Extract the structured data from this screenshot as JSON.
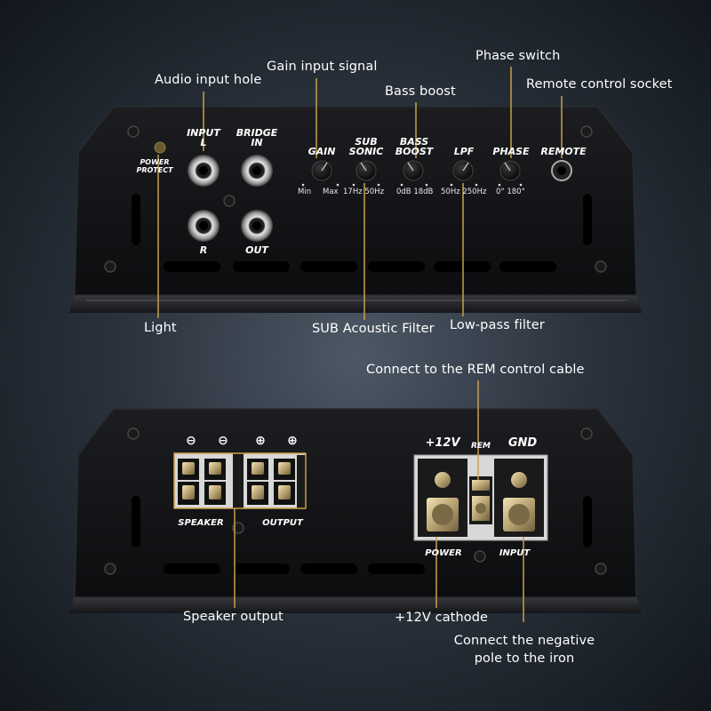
{
  "colors": {
    "callout_line": "#c9a04b",
    "panel": "#111214",
    "background": "#2b333d"
  },
  "callouts": {
    "audio_input_hole": "Audio input hole",
    "gain_input_signal": "Gain input signal",
    "bass_boost": "Bass boost",
    "phase_switch": "Phase switch",
    "remote_control_socket": "Remote control socket",
    "light": "Light",
    "sub_acoustic_filter": "SUB Acoustic Filter",
    "low_pass_filter": "Low-pass filter",
    "connect_rem_cable": "Connect to the REM control cable",
    "speaker_output": "Speaker output",
    "plus12v_cathode": "+12V cathode",
    "connect_negative_line1": "Connect the negative",
    "connect_negative_line2": "pole to the iron"
  },
  "front_panel": {
    "power_protect_line1": "POWER",
    "power_protect_line2": "PROTECT",
    "input_line1": "INPUT",
    "input_line2": "L",
    "bridge_line1": "BRIDGE",
    "bridge_line2": "IN",
    "r_label": "R",
    "out_label": "OUT",
    "gain": "GAIN",
    "sub_line1": "SUB",
    "sub_line2": "SONIC",
    "bass_line1": "BASS",
    "bass_line2": "BOOST",
    "lpf": "LPF",
    "phase": "PHASE",
    "remote": "REMOTE",
    "gain_min": "Min",
    "gain_max": "Max",
    "sub_scale": "17Hz 50Hz",
    "bass_scale": "0dB 18dB",
    "lpf_scale": "50Hz 250Hz",
    "phase_scale": "0° 180°"
  },
  "rear_panel": {
    "minus_sign": "⊖",
    "plus_sign": "⊕",
    "speaker": "SPEAKER",
    "output": "OUTPUT",
    "plus12v": "+12V",
    "rem": "REM",
    "gnd": "GND",
    "power": "POWER",
    "input": "INPUT"
  }
}
